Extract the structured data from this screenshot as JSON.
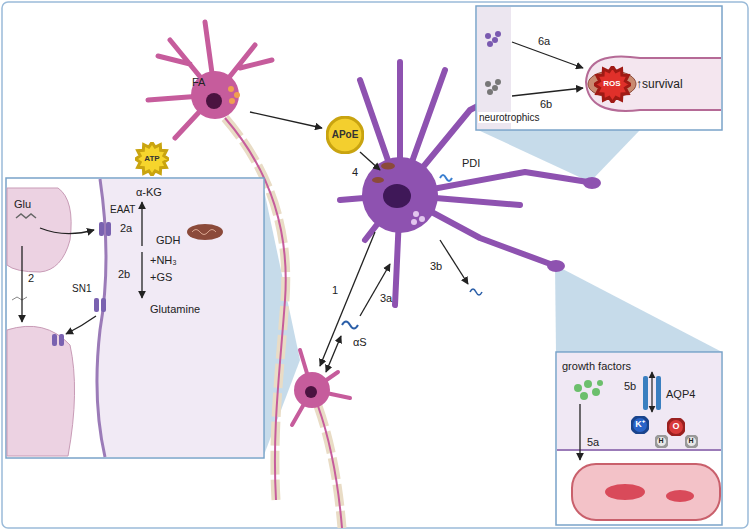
{
  "diagram": {
    "nodes": [
      {
        "text": [
          "ROS"
        ]
      },
      {
        "text": [
          "APoE"
        ]
      },
      {
        "text": [
          "ATP"
        ]
      },
      {
        "text": [
          "K⁺"
        ]
      },
      {
        "text": [
          "O"
        ]
      },
      {
        "text": [
          "H"
        ]
      },
      {
        "text": [
          "H"
        ]
      }
    ],
    "labels": [
      "FA",
      "4",
      "PDI",
      "1",
      "3a",
      "αS",
      "3b",
      "Glu",
      "EAAT",
      "α-KG",
      "2a",
      "GDH",
      "2",
      "+NH₃",
      "2b",
      "+GS",
      "SN1",
      "Glutamine",
      "6a",
      "6b",
      "↑survival",
      "neurotrophics",
      "growth factors",
      "5b",
      "AQP4",
      "5a"
    ]
  }
}
